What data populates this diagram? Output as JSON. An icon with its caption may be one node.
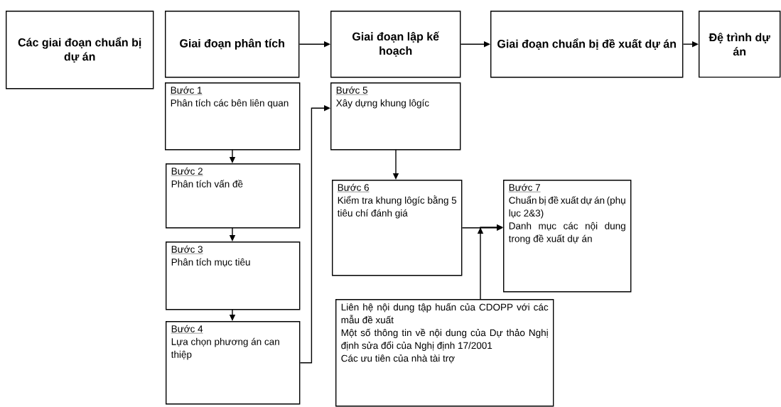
{
  "diagram": {
    "nodes": [
      {
        "text": [
          "Các giai đoạn chuẩn bị dự án"
        ]
      },
      {
        "text": [
          "Giai đoạn phân tích"
        ]
      },
      {
        "text": [
          "Giai đoạn lập kế hoạch"
        ]
      },
      {
        "text": [
          "Giai đoạn chuẩn bị đề xuất dự án"
        ]
      },
      {
        "text": [
          "Đệ trình dự án"
        ]
      },
      {
        "text": [
          "Bước 1",
          "Phân tích các bên liên quan"
        ]
      },
      {
        "text": [
          "Bước 2",
          "Phân tích vấn đề"
        ]
      },
      {
        "text": [
          "Bước 3",
          "Phân tích mục tiêu"
        ]
      },
      {
        "text": [
          "Bước 4",
          "Lựa chọn phương án can thiệp"
        ]
      },
      {
        "text": [
          "Bước 5",
          "Xây dựng khung lôgíc"
        ]
      },
      {
        "text": [
          "Bước 6",
          "Kiểm tra khung lôgíc bằng 5 tiêu chí đánh giá"
        ]
      },
      {
        "text": [
          "Bước 7",
          "Chuẩn bị đề xuất dự án (phụ lục 2&3)",
          "Danh mục các nội dung trong đề xuất dự án"
        ]
      },
      {
        "text": [
          "Liên hệ nội dung tập huấn của CDOPP với các mẫu đề xuất",
          "Một số thông tin về nội dung của Dự thảo Nghị định sửa đổi của Nghị định 17/2001",
          "Các ưu tiên của nhà tài trợ"
        ]
      }
    ],
    "edges": [
      {
        "from": 1,
        "to": 2,
        "arrow": "to"
      },
      {
        "from": 2,
        "to": 3,
        "arrow": "to"
      },
      {
        "from": 3,
        "to": 4,
        "arrow": "to"
      },
      {
        "from": 5,
        "to": 6,
        "arrow": "to"
      },
      {
        "from": 6,
        "to": 7,
        "arrow": "to"
      },
      {
        "from": 7,
        "to": 8,
        "arrow": "to"
      },
      {
        "from": 8,
        "to": 9,
        "arrow": "to"
      },
      {
        "from": 9,
        "to": 10,
        "arrow": "to"
      },
      {
        "from": 10,
        "to": 11,
        "arrow": "to"
      },
      {
        "from": 12,
        "to": 11,
        "arrow": "to"
      }
    ]
  }
}
